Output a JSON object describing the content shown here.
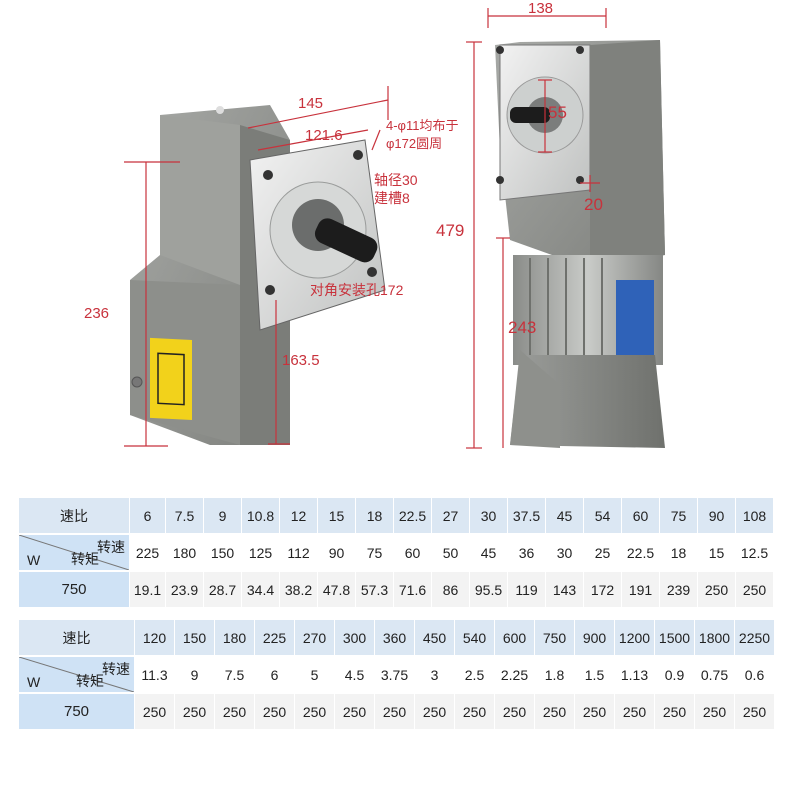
{
  "figure": {
    "dim_138": "138",
    "dim_145": "145",
    "dim_121_6": "121.6",
    "holes_line1": "4-φ11均布于",
    "holes_line2": "φ172圆周",
    "shaft_line1": "轴径30",
    "shaft_line2": "建槽8",
    "mount_hole": "对角安装孔172",
    "dim_236": "236",
    "dim_163_5": "163.5",
    "dim_479": "479",
    "dim_55": "55",
    "dim_20": "20",
    "dim_243": "243",
    "dim_color": "#c8323c"
  },
  "table1": {
    "ratio_label": "速比",
    "speed_label": "转速",
    "torque_label": "转矩",
    "w_label": "W",
    "power": "750",
    "ratios": [
      "6",
      "7.5",
      "9",
      "10.8",
      "12",
      "15",
      "18",
      "22.5",
      "27",
      "30",
      "37.5",
      "45",
      "54",
      "60",
      "75",
      "90",
      "108"
    ],
    "speeds": [
      "225",
      "180",
      "150",
      "125",
      "112",
      "90",
      "75",
      "60",
      "50",
      "45",
      "36",
      "30",
      "25",
      "22.5",
      "18",
      "15",
      "12.5"
    ],
    "torques": [
      "19.1",
      "23.9",
      "28.7",
      "34.4",
      "38.2",
      "47.8",
      "57.3",
      "71.6",
      "86",
      "95.5",
      "119",
      "143",
      "172",
      "191",
      "239",
      "250",
      "250"
    ]
  },
  "table2": {
    "ratio_label": "速比",
    "speed_label": "转速",
    "torque_label": "转矩",
    "w_label": "W",
    "power": "750",
    "ratios": [
      "120",
      "150",
      "180",
      "225",
      "270",
      "300",
      "360",
      "450",
      "540",
      "600",
      "750",
      "900",
      "1200",
      "1500",
      "1800",
      "2250"
    ],
    "speeds": [
      "11.3",
      "9",
      "7.5",
      "6",
      "5",
      "4.5",
      "3.75",
      "3",
      "2.5",
      "2.25",
      "1.8",
      "1.5",
      "1.13",
      "0.9",
      "0.75",
      "0.6"
    ],
    "torques": [
      "250",
      "250",
      "250",
      "250",
      "250",
      "250",
      "250",
      "250",
      "250",
      "250",
      "250",
      "250",
      "250",
      "250",
      "250",
      "250"
    ]
  }
}
